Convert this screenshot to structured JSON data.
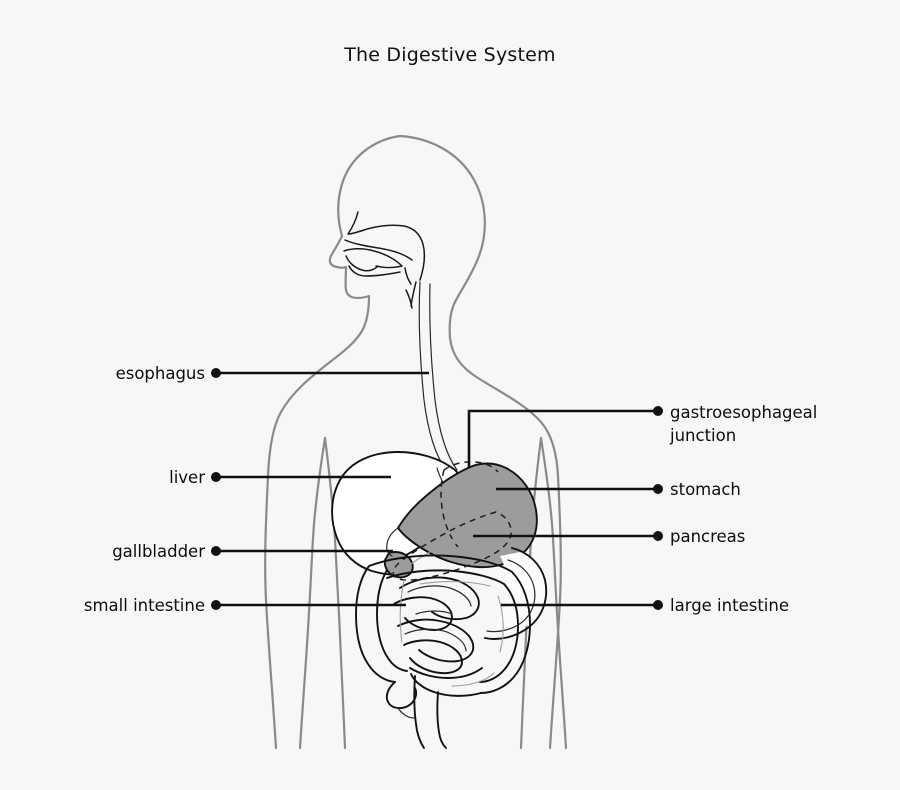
{
  "figure": {
    "title": "The Digestive System",
    "background_color": "#f7f7f7",
    "line_color": "#111111",
    "body_outline_color": "#8a8a8a",
    "organ_outline_color": "#121212",
    "stomach_fill": "#9c9c9c",
    "liver_fill": "#ffffff"
  },
  "labels": {
    "left": [
      {
        "id": "esophagus",
        "text": "esophagus"
      },
      {
        "id": "liver",
        "text": "liver"
      },
      {
        "id": "gallbladder",
        "text": "gallbladder"
      },
      {
        "id": "small-intestine",
        "text": "small intestine"
      }
    ],
    "right": [
      {
        "id": "gastroesophageal-junction",
        "text": "gastroesophageal",
        "text2": "junction"
      },
      {
        "id": "stomach",
        "text": "stomach"
      },
      {
        "id": "pancreas",
        "text": "pancreas"
      },
      {
        "id": "large-intestine",
        "text": "large intestine"
      }
    ]
  }
}
